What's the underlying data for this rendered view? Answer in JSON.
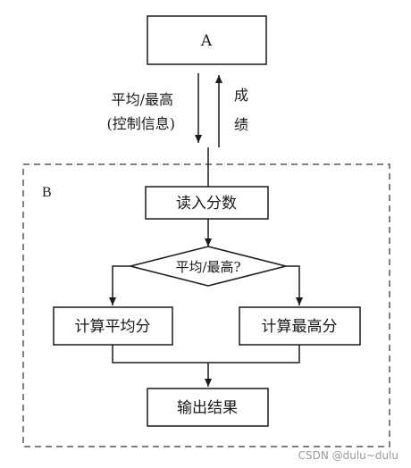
{
  "module_a": {
    "label": "A"
  },
  "module_b": {
    "label": "B"
  },
  "down_flow_label": {
    "line1": "平均/最高",
    "line2": "(控制信息)"
  },
  "up_flow_label": {
    "char1": "成",
    "char2": "绩"
  },
  "steps": {
    "read_scores": "读入分数",
    "decision": "平均/最高?",
    "calc_average": "计算平均分",
    "calc_max": "计算最高分",
    "output_result": "输出结果"
  },
  "watermark": "CSDN @dulu~dulu",
  "colors": {
    "stroke": "#1a1a1a",
    "box_fill": "#ffffff",
    "dashed": "#555555",
    "watermark": "#9a9a9a"
  }
}
